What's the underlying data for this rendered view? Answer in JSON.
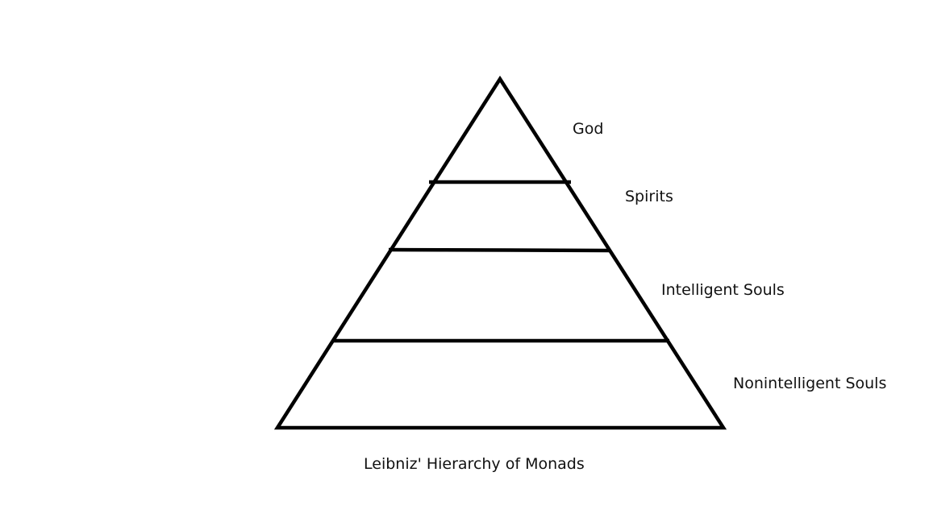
{
  "diagram": {
    "levels": [
      {
        "label": "God"
      },
      {
        "label": "Spirits"
      },
      {
        "label": "Intelligent Souls"
      },
      {
        "label": "Nonintelligent Souls"
      }
    ],
    "caption": "Leibniz' Hierarchy of Monads",
    "stroke_color": "#000000"
  }
}
